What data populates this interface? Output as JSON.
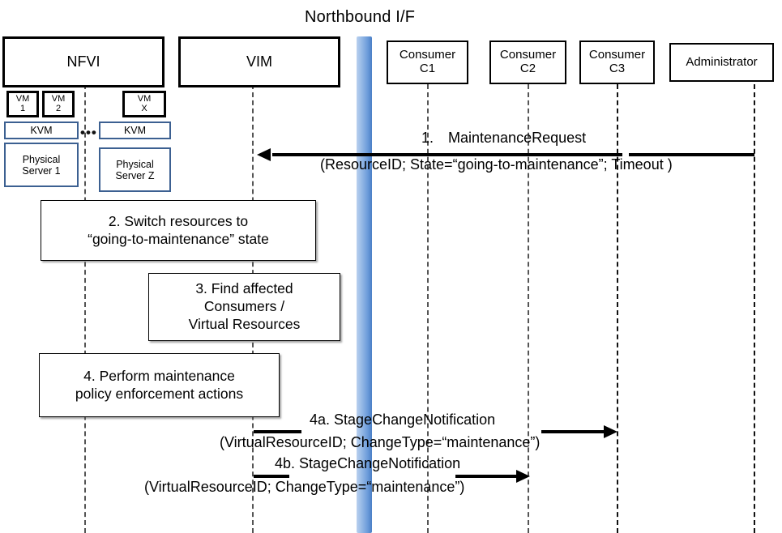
{
  "diagram": {
    "title": "Northbound I/F",
    "type": "uml-sequence-diagram"
  },
  "actors": [
    {
      "id": "nfvi",
      "label": "NFVI"
    },
    {
      "id": "vim",
      "label": "VIM"
    },
    {
      "id": "c1",
      "label": "Consumer\nC1"
    },
    {
      "id": "c2",
      "label": "Consumer\nC2"
    },
    {
      "id": "c3",
      "label": "Consumer\nC3"
    },
    {
      "id": "admin",
      "label": "Administrator"
    }
  ],
  "infrastructure": {
    "vms": [
      {
        "id": "vm1",
        "label": "VM\n1"
      },
      {
        "id": "vm2",
        "label": "VM\n2"
      },
      {
        "id": "vmx",
        "label": "VM\nX"
      }
    ],
    "hypervisors": [
      {
        "id": "kvm1",
        "label": "KVM"
      },
      {
        "id": "kvm2",
        "label": "KVM"
      }
    ],
    "servers": [
      {
        "id": "srv1",
        "label": "Physical\nServer 1"
      },
      {
        "id": "srvz",
        "label": "Physical\nServer Z"
      }
    ],
    "ellipsis": "•••"
  },
  "steps": [
    {
      "id": "step2",
      "text": "2. Switch resources to\n“going-to-maintenance” state"
    },
    {
      "id": "step3",
      "text": "3. Find affected\nConsumers /\nVirtual Resources"
    },
    {
      "id": "step4",
      "text": "4. Perform maintenance\npolicy enforcement actions"
    }
  ],
  "messages": [
    {
      "id": "msg1",
      "number": "1.",
      "name": "MaintenanceRequest",
      "label_line1": "1. MaintenanceRequest",
      "label_line2": "(ResourceID; State=“going-to-maintenance”; Timeout )",
      "from": "admin",
      "to": "vim",
      "direction": "left"
    },
    {
      "id": "msg4a",
      "number": "4a.",
      "name": "StageChangeNotification",
      "label_line1": "4a. StageChangeNotification",
      "label_line2": "(VirtualResourceID; ChangeType=“maintenance”)",
      "from": "vim",
      "to": "c3",
      "direction": "right"
    },
    {
      "id": "msg4b",
      "number": "4b.",
      "name": "StageChangeNotification",
      "label_line1": "4b. StageChangeNotification",
      "label_line2": "(VirtualResourceID; ChangeType=“maintenance”)",
      "from": "vim",
      "to": "c2",
      "direction": "right"
    }
  ],
  "colors": {
    "northbound_bar_light": "#b9d0ef",
    "northbound_bar_dark": "#4a7fc6",
    "block_border_blue": "#3C6091",
    "line_black": "#000000",
    "lifeline_gray": "#555555"
  }
}
